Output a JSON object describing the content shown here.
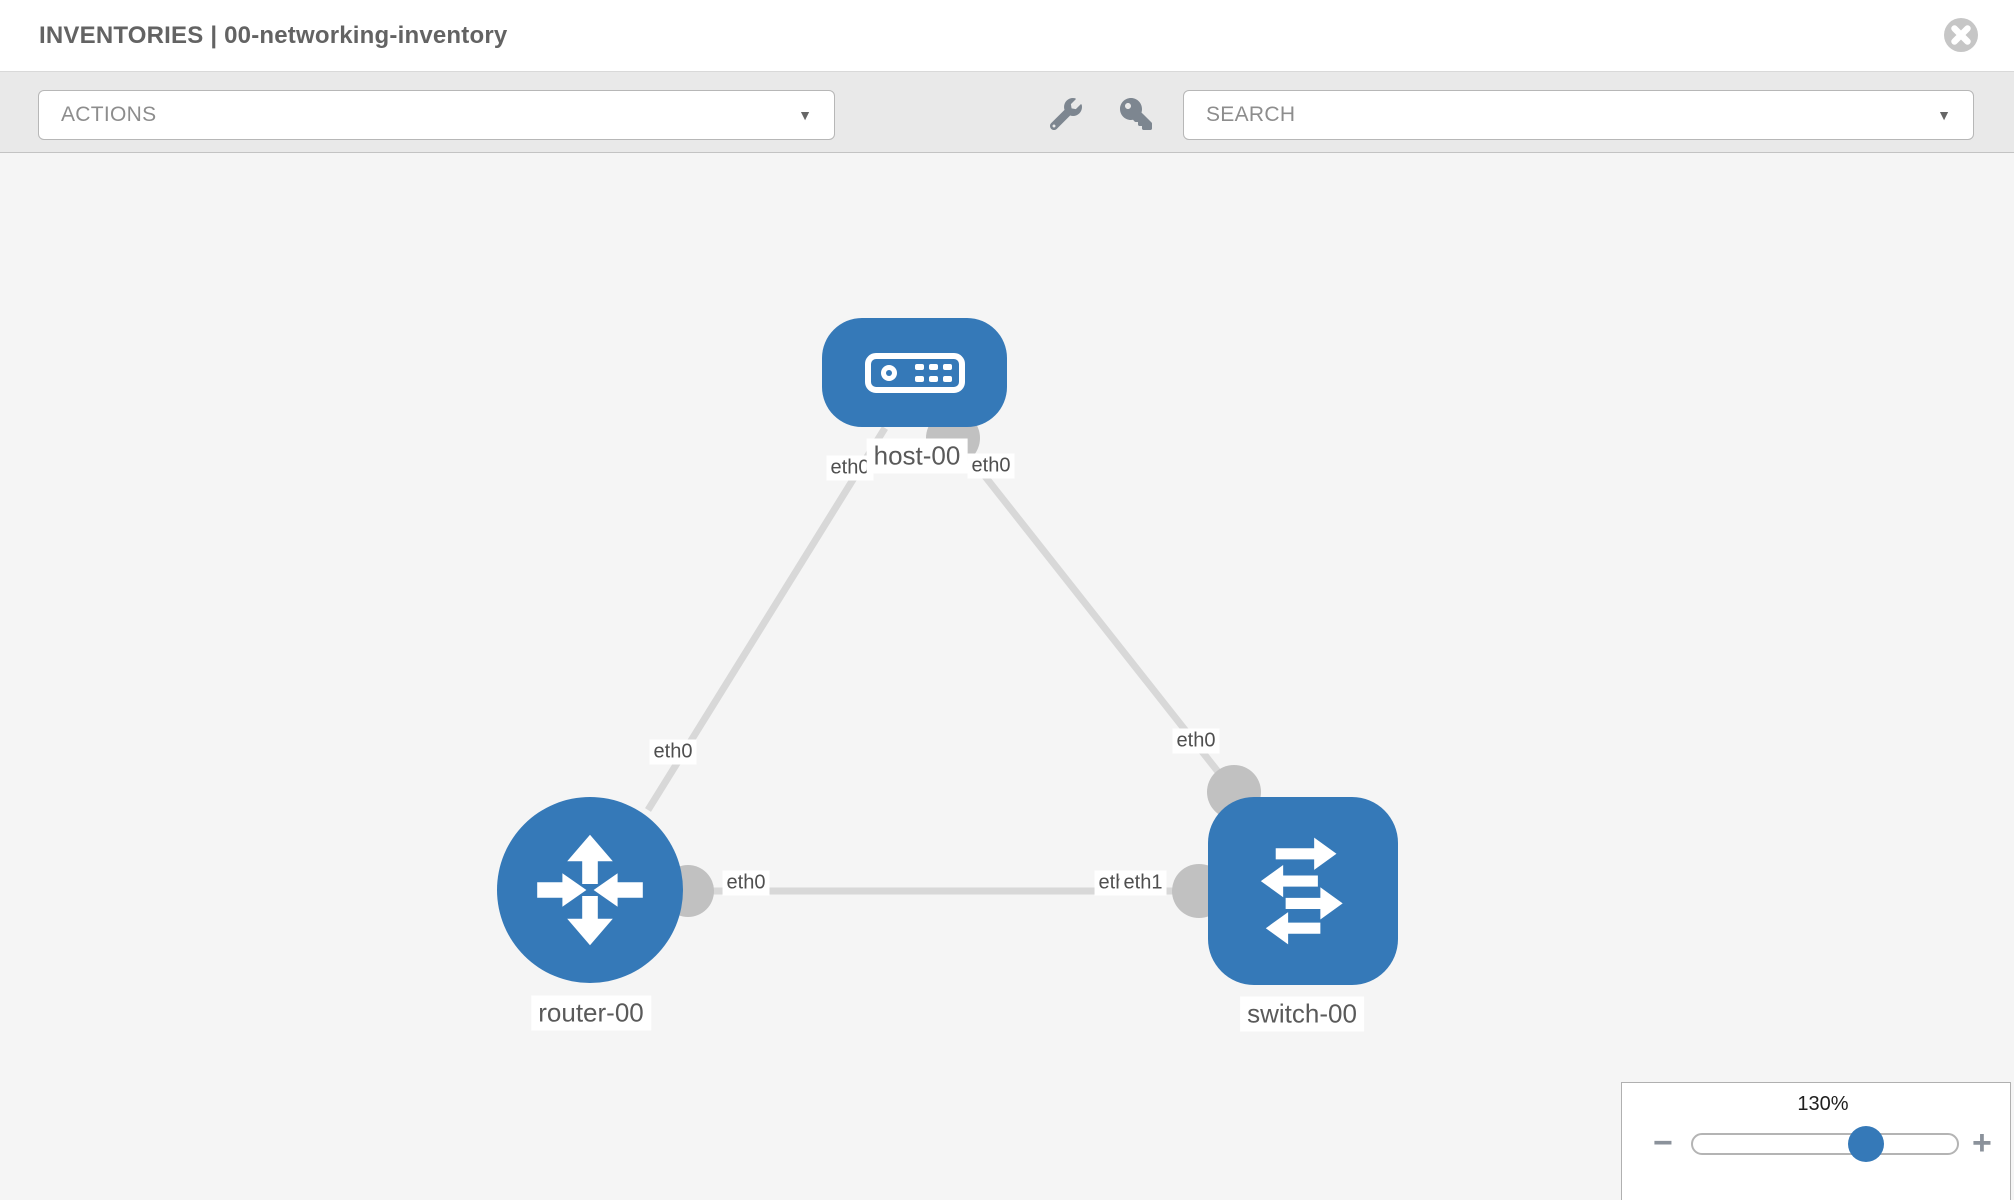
{
  "header": {
    "title": "INVENTORIES | 00-networking-inventory"
  },
  "toolbar": {
    "actions_label": "ACTIONS",
    "search_label": "SEARCH",
    "caret": "▼",
    "icons": [
      "wrench-icon",
      "key-icon"
    ]
  },
  "graph": {
    "nodes": [
      {
        "id": "host-00",
        "type": "host",
        "label": "host-00"
      },
      {
        "id": "router-00",
        "type": "router",
        "label": "router-00"
      },
      {
        "id": "switch-00",
        "type": "switch",
        "label": "switch-00"
      }
    ],
    "links": [
      {
        "from": "host-00",
        "to": "router-00",
        "from_iface": "eth0",
        "to_iface": "eth0"
      },
      {
        "from": "host-00",
        "to": "switch-00",
        "from_iface": "eth0",
        "to_iface": "eth0"
      },
      {
        "from": "router-00",
        "to": "switch-00",
        "from_iface": "eth0",
        "to_iface": "eth1"
      }
    ],
    "iface_labels": [
      {
        "text": "eth0"
      },
      {
        "text": "eth0"
      },
      {
        "text": "eth0"
      },
      {
        "text": "eth0"
      },
      {
        "text": "eth0"
      },
      {
        "text": "eth0"
      },
      {
        "text": "eth1"
      }
    ],
    "colors": {
      "node_fill": "#3579b8",
      "link": "#d8d8d8",
      "connector": "#c1c1c1",
      "canvas_bg": "#f5f5f5"
    }
  },
  "zoom_control": {
    "value": "130%",
    "minus": "−",
    "plus": "+"
  }
}
